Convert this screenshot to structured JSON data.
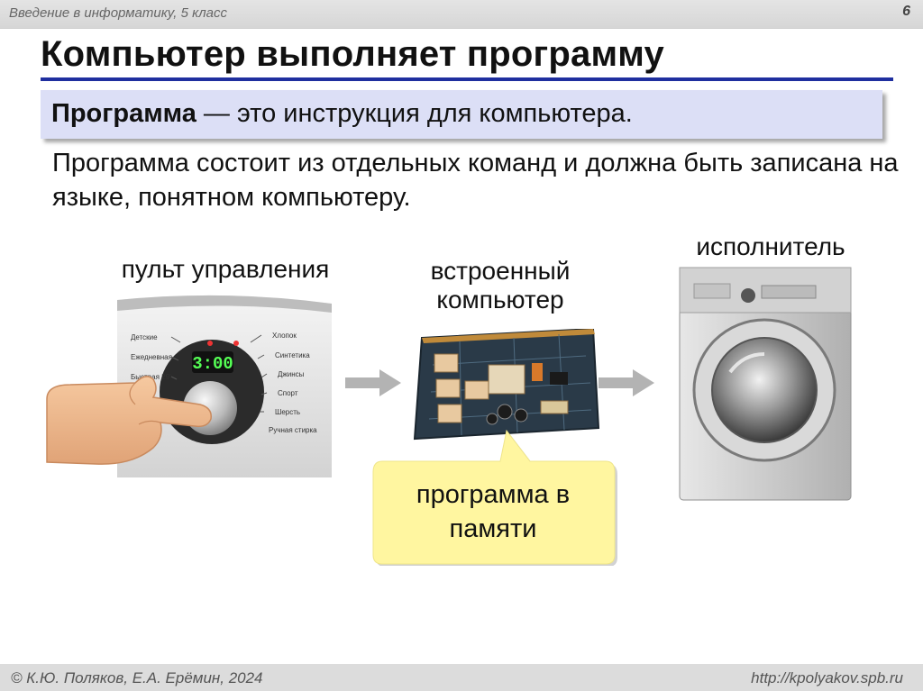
{
  "header": {
    "course": "Введение в информатику, 5 класс",
    "page_number": "6"
  },
  "slide": {
    "title": "Компьютер выполняет программу"
  },
  "definition": {
    "term": "Программа",
    "rest": " — это инструкция для компьютера."
  },
  "body_text": "Программа состоит из отдельных команд и должна быть записана на языке, понятном компьютеру.",
  "diagram": {
    "remote_label": "пульт управления",
    "computer_label_line1": "встроенный",
    "computer_label_line2": "компьютер",
    "executor_label": "исполнитель",
    "callout_line1": "программа в",
    "callout_line2": "памяти",
    "display_time": "3:00",
    "panel_left": [
      "Детские",
      "Ежедневная",
      "Быстрая 29'"
    ],
    "panel_right": [
      "Хлопок",
      "Синтетика",
      "Джинсы",
      "Спорт",
      "Шерсть",
      "Ручная стирка"
    ]
  },
  "footer": {
    "copyright": "© К.Ю. Поляков, Е.А. Ерёмин, 2024",
    "url": "http://kpolyakov.spb.ru"
  },
  "colors": {
    "title_rule": "#1f2f9f",
    "definition_bg": "#dcdff6",
    "callout_bg": "#fff6a0",
    "arrow": "#b3b3b3"
  }
}
